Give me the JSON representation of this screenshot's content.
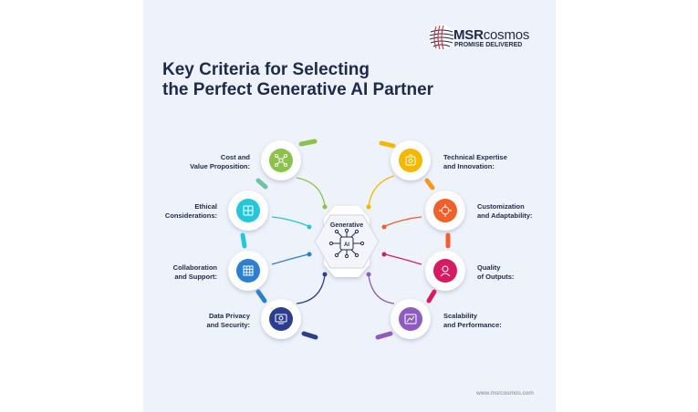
{
  "brand": {
    "name_bold": "MSR",
    "name_light": "cosmos",
    "tagline": "PROMISE DELIVERED"
  },
  "title": {
    "line1": "Key Criteria for Selecting",
    "line2": "the Perfect Generative AI Partner"
  },
  "center": {
    "label": "Generative",
    "icon": "ai-circuit-icon"
  },
  "criteria_left": [
    {
      "line1": "Cost and",
      "line2": "Value Proposition:",
      "icon": "network-icon",
      "color": "#8bc34a"
    },
    {
      "line1": "Ethical",
      "line2": "Considerations:",
      "icon": "ethics-icon",
      "color": "#26c6da"
    },
    {
      "line1": "Collaboration",
      "line2": "and Support:",
      "icon": "collaboration-icon",
      "color": "#2a7fd0"
    },
    {
      "line1": "Data Privacy",
      "line2": "and Security:",
      "icon": "privacy-icon",
      "color": "#2c3e8f"
    }
  ],
  "criteria_right": [
    {
      "line1": "Technical Expertise",
      "line2": "and Innovation:",
      "icon": "expertise-icon",
      "color": "#f5b800"
    },
    {
      "line1": "Customization",
      "line2": "and Adaptability:",
      "icon": "customization-icon",
      "color": "#f0602a"
    },
    {
      "line1": "Quality",
      "line2": "of Outputs:",
      "icon": "quality-icon",
      "color": "#d81b60"
    },
    {
      "line1": "Scalability",
      "line2": "and Performance:",
      "icon": "scalability-icon",
      "color": "#8e5cc0"
    }
  ],
  "footer": {
    "url": "www.msrcosmos.com"
  }
}
